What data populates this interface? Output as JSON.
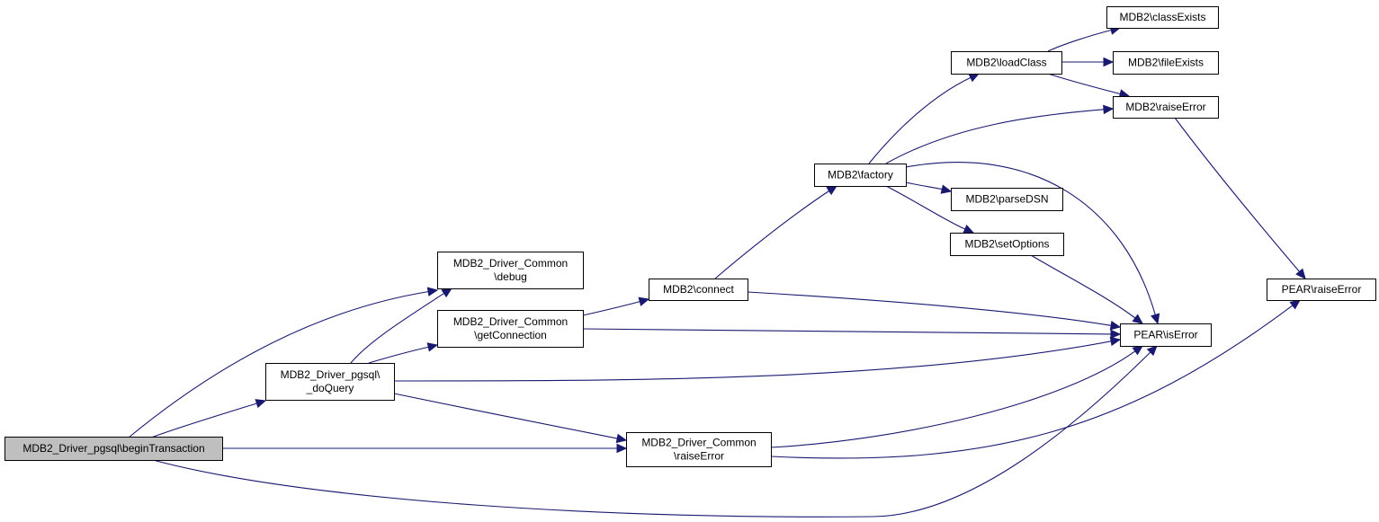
{
  "diagram": {
    "type": "call-graph",
    "edge_color": "#191970",
    "node_fill": "#ffffff",
    "root_fill": "#bfbfbf",
    "nodes": [
      {
        "id": "begin",
        "lines": [
          "MDB2_Driver_pgsql\\beginTransaction"
        ],
        "root": true
      },
      {
        "id": "doquery",
        "lines": [
          "MDB2_Driver_pgsql\\",
          "_doQuery"
        ]
      },
      {
        "id": "debug",
        "lines": [
          "MDB2_Driver_Common",
          "\\debug"
        ]
      },
      {
        "id": "getconn",
        "lines": [
          "MDB2_Driver_Common",
          "\\getConnection"
        ]
      },
      {
        "id": "commonraise",
        "lines": [
          "MDB2_Driver_Common",
          "\\raiseError"
        ]
      },
      {
        "id": "connect",
        "lines": [
          "MDB2\\connect"
        ]
      },
      {
        "id": "factory",
        "lines": [
          "MDB2\\factory"
        ]
      },
      {
        "id": "loadclass",
        "lines": [
          "MDB2\\loadClass"
        ]
      },
      {
        "id": "classexists",
        "lines": [
          "MDB2\\classExists"
        ]
      },
      {
        "id": "fileexists",
        "lines": [
          "MDB2\\fileExists"
        ]
      },
      {
        "id": "mdb2raise",
        "lines": [
          "MDB2\\raiseError"
        ]
      },
      {
        "id": "parsedsn",
        "lines": [
          "MDB2\\parseDSN"
        ]
      },
      {
        "id": "setoptions",
        "lines": [
          "MDB2\\setOptions"
        ]
      },
      {
        "id": "iserror",
        "lines": [
          "PEAR\\isError"
        ]
      },
      {
        "id": "pearraise",
        "lines": [
          "PEAR\\raiseError"
        ]
      }
    ],
    "edges": [
      {
        "from": "begin",
        "to": "debug"
      },
      {
        "from": "begin",
        "to": "doquery"
      },
      {
        "from": "begin",
        "to": "commonraise"
      },
      {
        "from": "begin",
        "to": "iserror"
      },
      {
        "from": "doquery",
        "to": "debug"
      },
      {
        "from": "doquery",
        "to": "getconn"
      },
      {
        "from": "doquery",
        "to": "iserror"
      },
      {
        "from": "doquery",
        "to": "commonraise"
      },
      {
        "from": "getconn",
        "to": "connect"
      },
      {
        "from": "getconn",
        "to": "iserror"
      },
      {
        "from": "connect",
        "to": "factory"
      },
      {
        "from": "connect",
        "to": "iserror"
      },
      {
        "from": "factory",
        "to": "loadclass"
      },
      {
        "from": "factory",
        "to": "mdb2raise"
      },
      {
        "from": "factory",
        "to": "iserror"
      },
      {
        "from": "factory",
        "to": "parsedsn"
      },
      {
        "from": "factory",
        "to": "setoptions"
      },
      {
        "from": "loadclass",
        "to": "classexists"
      },
      {
        "from": "loadclass",
        "to": "fileexists"
      },
      {
        "from": "loadclass",
        "to": "mdb2raise"
      },
      {
        "from": "mdb2raise",
        "to": "pearraise"
      },
      {
        "from": "setoptions",
        "to": "iserror"
      },
      {
        "from": "commonraise",
        "to": "iserror"
      },
      {
        "from": "commonraise",
        "to": "pearraise"
      }
    ]
  }
}
